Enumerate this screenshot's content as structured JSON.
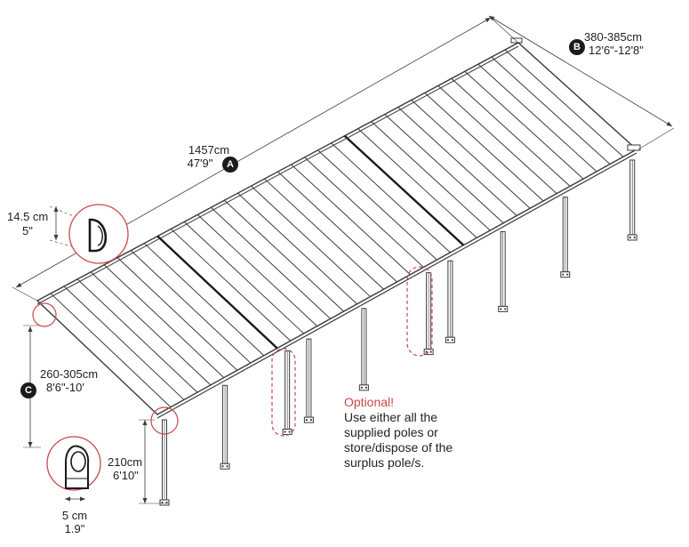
{
  "dimensions": {
    "A": {
      "badge": "A",
      "metric": "1457cm",
      "imperial": "47'9\""
    },
    "B": {
      "badge": "B",
      "metric": "380-385cm",
      "imperial": "12'6\"-12'8\""
    },
    "C": {
      "badge": "C",
      "metric": "260-305cm",
      "imperial": "8'6\"-10'"
    },
    "gutter_height": {
      "metric": "14.5 cm",
      "imperial": "5\""
    },
    "post_height": {
      "metric": "210cm",
      "imperial": "6'10\""
    },
    "post_width": {
      "metric": "5 cm",
      "imperial": "1.9\""
    }
  },
  "note": {
    "title": "Optional!",
    "lines": [
      "Use either all the",
      "supplied poles or",
      "store/dispose of the",
      "surplus pole/s."
    ]
  },
  "colors": {
    "line": "#3a3a3a",
    "panel": "#ffffff",
    "highlight": "#c8484d",
    "badge": "#1b1b1b"
  }
}
